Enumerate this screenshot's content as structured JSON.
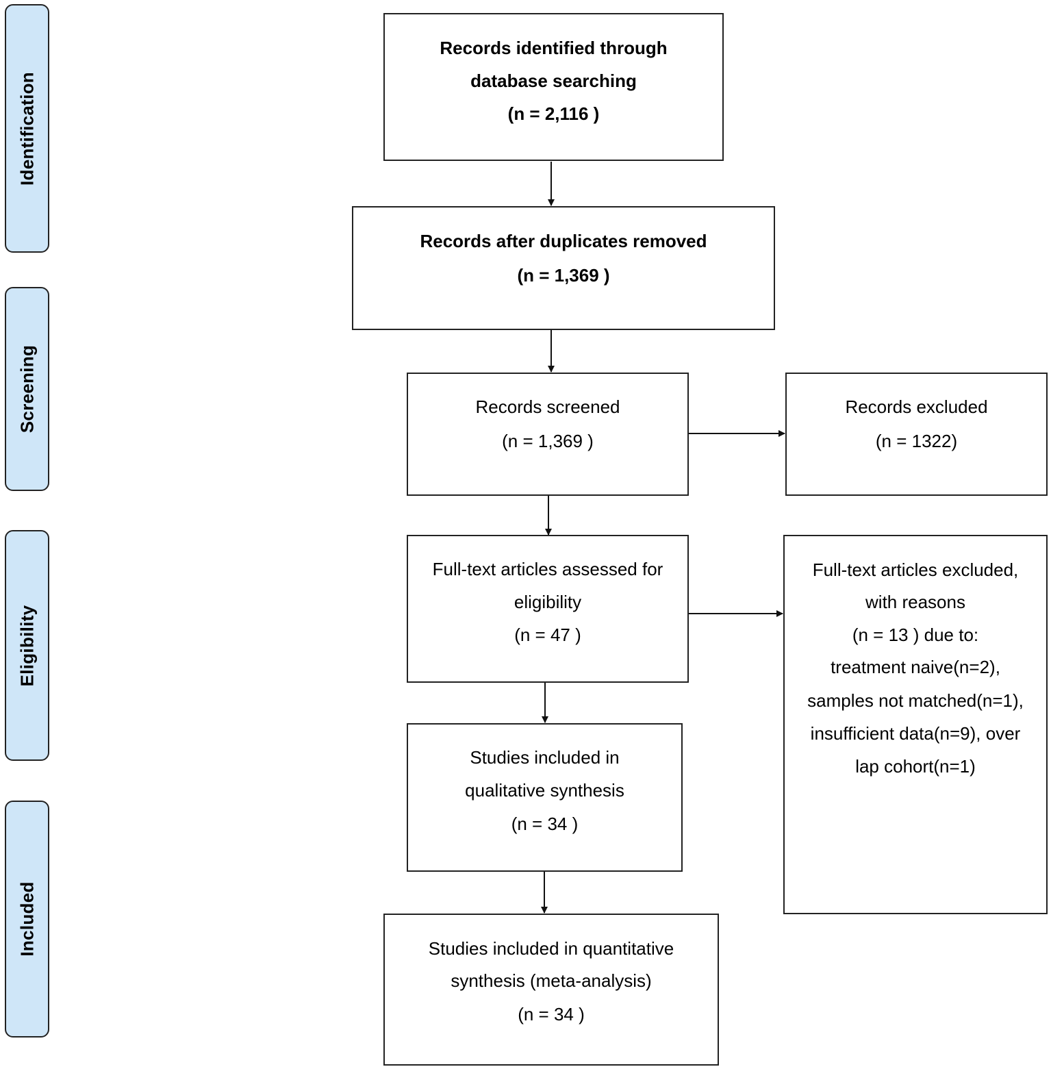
{
  "stages": {
    "identification": "Identification",
    "screening": "Screening",
    "eligibility": "Eligibility",
    "included": "Included"
  },
  "boxes": {
    "identified": {
      "lines": [
        "Records identified through",
        "database searching",
        "(n = 2,116 )"
      ]
    },
    "duplicates_removed": {
      "lines": [
        "Records after duplicates removed",
        "(n = 1,369 )"
      ]
    },
    "screened": {
      "lines": [
        "Records screened",
        "(n = 1,369 )"
      ]
    },
    "excluded": {
      "lines": [
        "Records excluded",
        "(n = 1322)"
      ]
    },
    "fulltext_assessed": {
      "lines": [
        "Full-text articles assessed for",
        "eligibility",
        "(n = 47 )"
      ]
    },
    "fulltext_excluded": {
      "lines": [
        "Full-text articles excluded,",
        "with reasons",
        "(n = 13 ) due to:",
        "treatment naive(n=2),",
        "samples not matched(n=1),",
        "insufficient data(n=9), over",
        "lap cohort(n=1)"
      ]
    },
    "qualitative": {
      "lines": [
        "Studies included in",
        "qualitative synthesis",
        "(n = 34 )"
      ]
    },
    "quantitative": {
      "lines": [
        "Studies included in quantitative",
        "synthesis (meta-analysis)",
        "(n = 34 )"
      ]
    }
  }
}
